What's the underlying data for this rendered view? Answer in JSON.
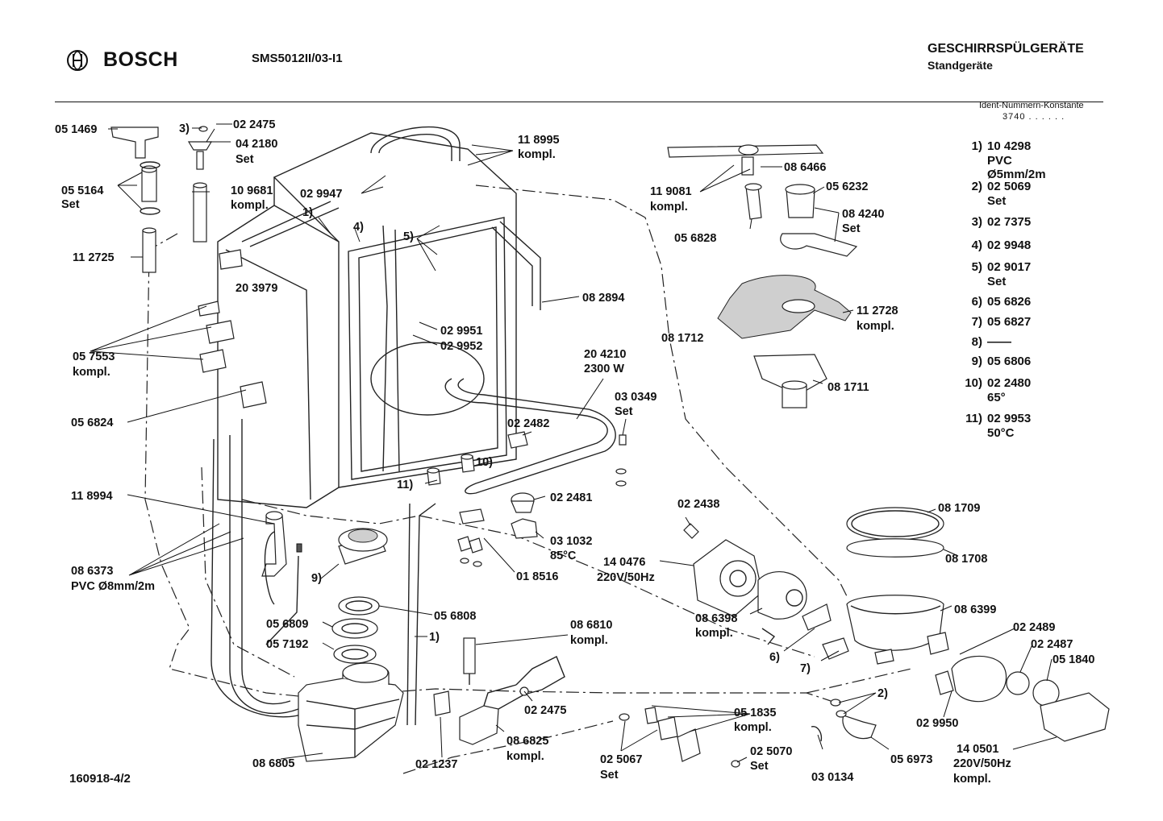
{
  "header": {
    "brand": "BOSCH",
    "model": "SMS5012II/03-I1",
    "category": "GESCHIRRSPÜLGERÄTE",
    "subcategory": "Standgeräte",
    "ident_label": "Ident-Nummern-Konstante",
    "ident_value": "3740  . .  . . . ."
  },
  "footer": {
    "drawing_number": "160918-4/2"
  },
  "legend": [
    {
      "num": "1)",
      "code": "10 4298",
      "sub": "PVC Ø5mm/2m"
    },
    {
      "num": "2)",
      "code": "02 5069",
      "sub": "Set"
    },
    {
      "num": "3)",
      "code": "02 7375",
      "sub": ""
    },
    {
      "num": "4)",
      "code": "02 9948",
      "sub": ""
    },
    {
      "num": "5)",
      "code": "02 9017",
      "sub": "Set"
    },
    {
      "num": "6)",
      "code": "05 6826",
      "sub": ""
    },
    {
      "num": "7)",
      "code": "05 6827",
      "sub": ""
    },
    {
      "num": "8)",
      "code": "——",
      "sub": ""
    },
    {
      "num": "9)",
      "code": "05 6806",
      "sub": ""
    },
    {
      "num": "10)",
      "code": "02 2480",
      "sub": "65°"
    },
    {
      "num": "11)",
      "code": "02 9953",
      "sub": "50°C"
    }
  ],
  "callouts": {
    "c051469": "05 1469",
    "c055164": "05 5164",
    "c055164b": "Set",
    "c112725": "11 2725",
    "c3": "3)",
    "c022475a": "02 2475",
    "c042180": "04 2180",
    "c042180b": "Set",
    "c109681": "10 9681",
    "c109681b": "kompl.",
    "c1a": "1)",
    "c4": "4)",
    "c029947": "02 9947",
    "c118995": "11 8995",
    "c118995b": "kompl.",
    "c5": "5)",
    "c203979": "20 3979",
    "c057553": "05 7553",
    "c057553b": "kompl.",
    "c082894": "08 2894",
    "c029951": "02 9951",
    "c029952": "02 9952",
    "c056824": "05 6824",
    "c204210": "20 4210",
    "c204210b": "2300 W",
    "c030349": "03 0349",
    "c030349b": "Set",
    "c022482": "02 2482",
    "c10": "10)",
    "c11": "11)",
    "c118994": "11 8994",
    "c022481": "02 2481",
    "c031032": "03 1032",
    "c031032b": "85°C",
    "c018516": "01 8516",
    "c086373": "08 6373",
    "c086373b": "PVC Ø8mm/2m",
    "c9": "9)",
    "c056808": "05 6808",
    "c056809": "05 6809",
    "c057192": "05 7192",
    "c1b": "1)",
    "c086810": "08 6810",
    "c086810b": "kompl.",
    "c022475b": "02 2475",
    "c086825": "08 6825",
    "c086825b": "kompl.",
    "c021237": "02 1237",
    "c086805": "08 6805",
    "c119081": "11 9081",
    "c119081b": "kompl.",
    "c086466": "08 6466",
    "c056232": "05 6232",
    "c056828": "05 6828",
    "c084240": "08 4240",
    "c084240b": "Set",
    "c112728": "11 2728",
    "c112728b": "kompl.",
    "c081712": "08 1712",
    "c081711": "08 1711",
    "c022438": "02 2438",
    "c140476": "14 0476",
    "c140476b": "220V/50Hz",
    "c081709": "08 1709",
    "c081708": "08 1708",
    "c086399": "08 6399",
    "c086398": "08 6398",
    "c086398b": "kompl.",
    "c6": "6)",
    "c7": "7)",
    "c022489": "02 2489",
    "c022487": "02 2487",
    "c051840": "05 1840",
    "c051835": "05 1835",
    "c051835b": "kompl.",
    "c2": "2)",
    "c029950": "02 9950",
    "c025067": "02 5067",
    "c025067b": "Set",
    "c025070": "02 5070",
    "c025070b": "Set",
    "c030134": "03 0134",
    "c056973": "05 6973",
    "c140501": "14 0501",
    "c140501b": "220V/50Hz",
    "c140501c": "kompl."
  }
}
